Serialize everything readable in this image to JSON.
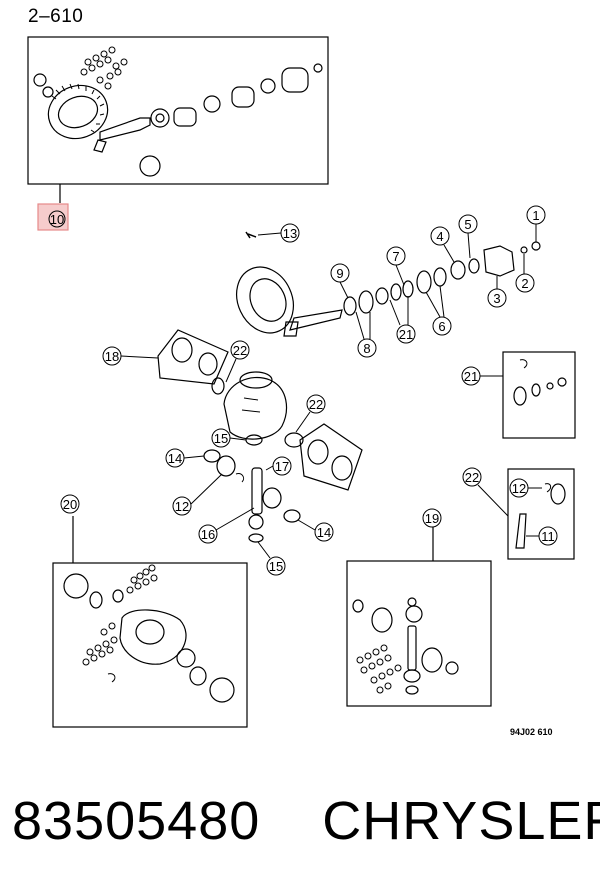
{
  "page_ref": "2–610",
  "drawing_code": "94J02 610",
  "part_number": "83505480",
  "brand": "CHRYSLER",
  "highlight_color": "#e58a8a",
  "callouts": {
    "c10": "10",
    "c13": "13",
    "c1": "1",
    "c5": "5",
    "c4": "4",
    "c7": "7",
    "c9": "9",
    "c2": "2",
    "c3": "3",
    "c21a": "21",
    "c6": "6",
    "c8": "8",
    "c18": "18",
    "c22a": "22",
    "c21b": "21",
    "c22b": "22",
    "c15a": "15",
    "c14a": "14",
    "c17": "17",
    "c12a": "12",
    "c22c": "22",
    "c12b": "12",
    "c16": "16",
    "c14b": "14",
    "c20": "20",
    "c19": "19",
    "c11": "11",
    "c15b": "15"
  }
}
